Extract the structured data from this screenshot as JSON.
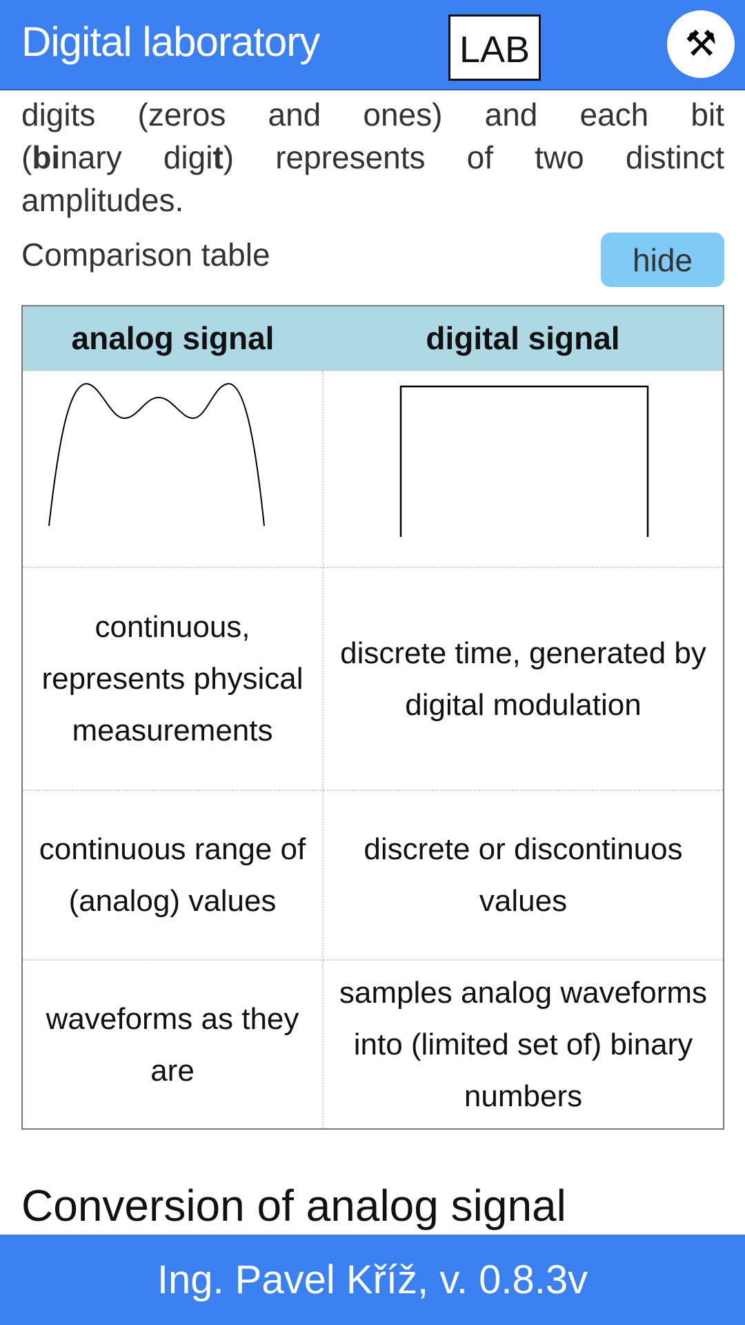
{
  "header": {
    "title": "Digital laboratory",
    "lab_label": "LAB",
    "tools_icon": "tools-icon"
  },
  "intro": {
    "line0": "digits (zeros and ones) and each bit",
    "line1_a": "(",
    "line1_b": "bi",
    "line1_c": "nary digi",
    "line1_d": "t",
    "line1_e": ") represents of two distinct",
    "line2": "amplitudes."
  },
  "comparison": {
    "label": "Comparison table",
    "hide_label": "hide",
    "headers": [
      "analog signal",
      "digital signal"
    ],
    "rows": [
      [
        "continuous, represents physical measurements",
        "discrete time, generated by digital modulation"
      ],
      [
        "continuous range of (analog) values",
        "discrete or discontinuos values"
      ],
      [
        "waveforms as they are",
        "samples analog waveforms into (limited set of) binary numbers"
      ]
    ]
  },
  "section_title": "Conversion of analog signal",
  "footer": {
    "text": "Ing. Pavel Kříž, v. 0.8.3v"
  },
  "colors": {
    "accent": "#3a80f0",
    "header_cell": "#add8e4",
    "button": "#80cbf5"
  }
}
